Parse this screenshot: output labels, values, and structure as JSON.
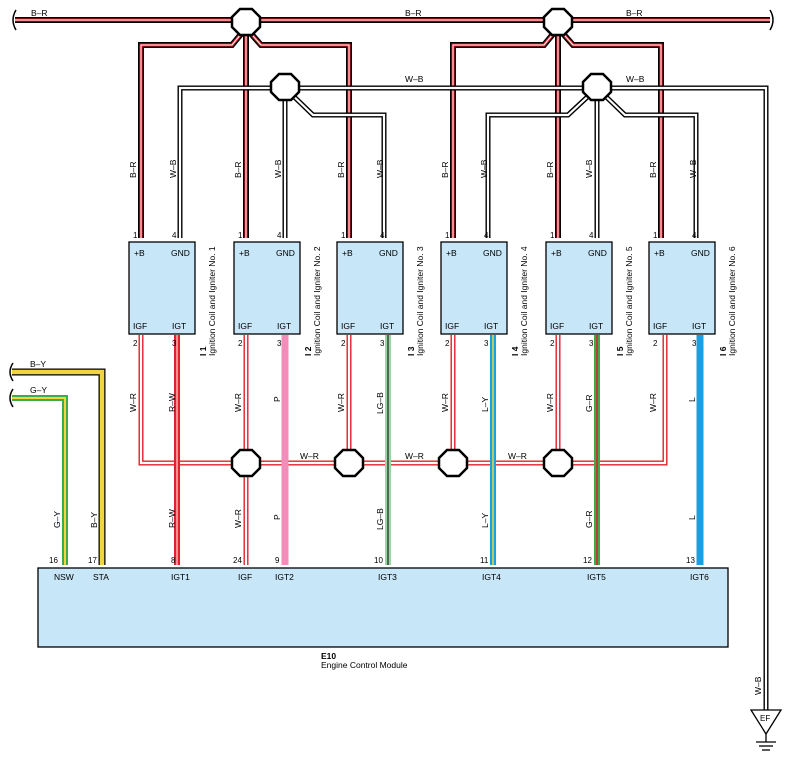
{
  "wires": {
    "power": "B–R",
    "ground": "W–B",
    "igf": "W–R",
    "nsw": "G–Y",
    "sta": "B–Y"
  },
  "colors": {
    "B": "#000000",
    "R": "#e0202a",
    "W": "#ffffff",
    "Y": "#f2d440",
    "G": "#3faa48",
    "P": "#f28cb8",
    "LG": "#9ad4a4",
    "L": "#1aa0e2",
    "body": "#c7e6f7"
  },
  "coils": [
    {
      "code": "I 1",
      "name": "Ignition Coil and Igniter No. 1",
      "pin_b": "1",
      "pin_gnd": "4",
      "pin_igf": "2",
      "pin_igt": "3",
      "igt_wire": "R–W",
      "ecm_pin": "8",
      "ecm_label": "IGT1"
    },
    {
      "code": "I 2",
      "name": "Ignition Coil and Igniter No. 2",
      "pin_b": "1",
      "pin_gnd": "4",
      "pin_igf": "2",
      "pin_igt": "3",
      "igt_wire": "P",
      "ecm_pin": "9",
      "ecm_label": "IGT2"
    },
    {
      "code": "I 3",
      "name": "Ignition Coil and Igniter No. 3",
      "pin_b": "1",
      "pin_gnd": "4",
      "pin_igf": "2",
      "pin_igt": "3",
      "igt_wire": "LG–B",
      "ecm_pin": "10",
      "ecm_label": "IGT3"
    },
    {
      "code": "I 4",
      "name": "Ignition Coil and Igniter No. 4",
      "pin_b": "1",
      "pin_gnd": "4",
      "pin_igf": "2",
      "pin_igt": "3",
      "igt_wire": "L–Y",
      "ecm_pin": "11",
      "ecm_label": "IGT4"
    },
    {
      "code": "I 5",
      "name": "Ignition Coil and Igniter No. 5",
      "pin_b": "1",
      "pin_gnd": "4",
      "pin_igf": "2",
      "pin_igt": "3",
      "igt_wire": "G–R",
      "ecm_pin": "12",
      "ecm_label": "IGT5"
    },
    {
      "code": "I 6",
      "name": "Ignition Coil and Igniter No. 6",
      "pin_b": "1",
      "pin_gnd": "4",
      "pin_igf": "2",
      "pin_igt": "3",
      "igt_wire": "L",
      "ecm_pin": "13",
      "ecm_label": "IGT6"
    }
  ],
  "coil_terms": {
    "b": "+B",
    "gnd": "GND",
    "igf": "IGF",
    "igt": "IGT"
  },
  "ecm": {
    "code": "E10",
    "name": "Engine Control Module",
    "nsw_pin": "16",
    "nsw_label": "NSW",
    "sta_pin": "17",
    "sta_label": "STA",
    "igf_pin": "24",
    "igf_label": "IGF"
  },
  "ground_point": "EF"
}
